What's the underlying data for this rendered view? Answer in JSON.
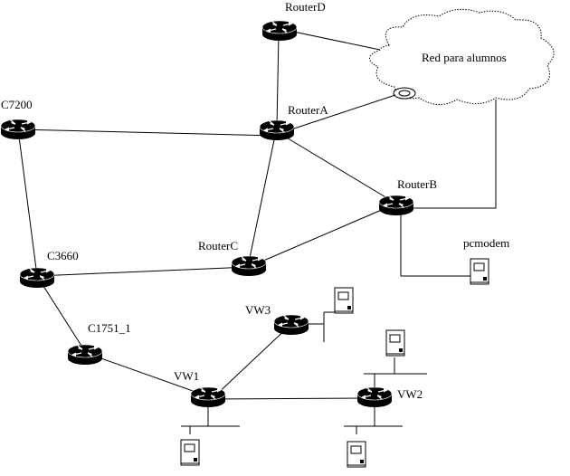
{
  "diagram": {
    "cloud_label": "Red para alumnos",
    "routers": {
      "routerD": "RouterD",
      "routerA": "RouterA",
      "routerB": "RouterB",
      "routerC": "RouterC",
      "c7200": "C7200",
      "c3660": "C3660",
      "c1751": "C1751_1",
      "vw1": "VW1",
      "vw2": "VW2",
      "vw3": "VW3"
    },
    "hosts": {
      "pcmodem": "pcmodem"
    },
    "colors": {
      "line": "#000000",
      "router_fill": "#000000",
      "router_arrow": "#ffffff",
      "background": "#ffffff"
    }
  }
}
